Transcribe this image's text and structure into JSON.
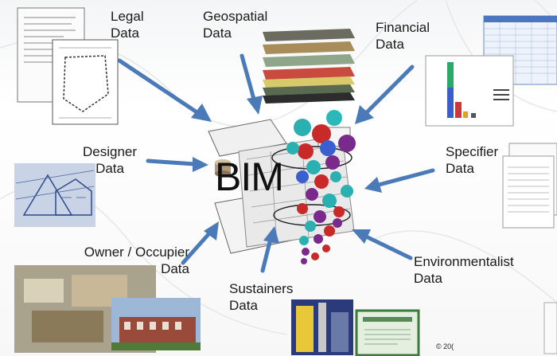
{
  "center_label": "BIM",
  "labels": {
    "legal": [
      "Legal",
      "Data"
    ],
    "geospatial": [
      "Geospatial",
      "Data"
    ],
    "financial": [
      "Financial",
      "Data"
    ],
    "designer": [
      "Designer",
      "Data"
    ],
    "specifier": [
      "Specifier",
      "Data"
    ],
    "owner": [
      "Owner / Occupier",
      "Data"
    ],
    "sustainers": [
      "Sustainers",
      "Data"
    ],
    "environmentalist": [
      "Environmentalist",
      "Data"
    ]
  },
  "copyright": "© 20(",
  "colors": {
    "arrow": "#4a7ab8",
    "sphere_teal": "#2ab0b0",
    "sphere_red": "#c82a2a",
    "sphere_purple": "#7a2a8a",
    "sphere_blue": "#3a60d0"
  }
}
